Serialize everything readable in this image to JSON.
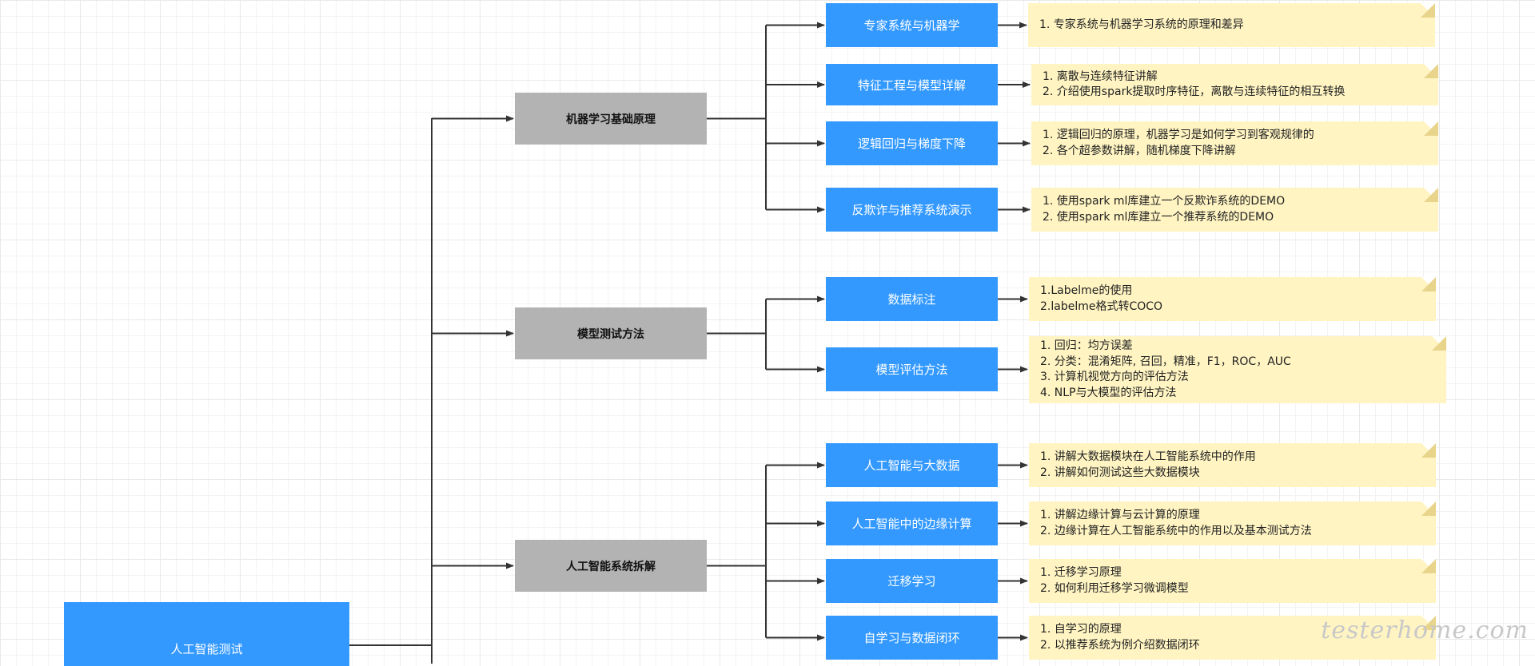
{
  "root": {
    "label": "人工智能测试"
  },
  "branches": [
    {
      "label": "机器学习基础原理",
      "topics": [
        {
          "label": "专家系统与机器学",
          "notes": [
            "1. 专家系统与机器学习系统的原理和差异"
          ]
        },
        {
          "label": "特征工程与模型详解",
          "notes": [
            "1. 离散与连续特征讲解",
            "2. 介绍使用spark提取时序特征，离散与连续特征的相互转换"
          ]
        },
        {
          "label": "逻辑回归与梯度下降",
          "notes": [
            "1. 逻辑回归的原理，机器学习是如何学习到客观规律的",
            "2. 各个超参数讲解，随机梯度下降讲解"
          ]
        },
        {
          "label": "反欺诈与推荐系统演示",
          "notes": [
            "1. 使用spark ml库建立一个反欺诈系统的DEMO",
            "2. 使用spark ml库建立一个推荐系统的DEMO"
          ]
        }
      ]
    },
    {
      "label": "模型测试方法",
      "topics": [
        {
          "label": "数据标注",
          "notes": [
            "1.Labelme的使用",
            "2.labelme格式转COCO"
          ]
        },
        {
          "label": "模型评估方法",
          "notes": [
            "1. 回归：均方误差",
            "2. 分类：混淆矩阵, 召回，精准，F1，ROC，AUC",
            "3. 计算机视觉方向的评估方法",
            "4. NLP与大模型的评估方法"
          ]
        }
      ]
    },
    {
      "label": "人工智能系统拆解",
      "topics": [
        {
          "label": "人工智能与大数据",
          "notes": [
            "1. 讲解大数据模块在人工智能系统中的作用",
            "2. 讲解如何测试这些大数据模块"
          ]
        },
        {
          "label": "人工智能中的边缘计算",
          "notes": [
            "1. 讲解边缘计算与云计算的原理",
            "2. 边缘计算在人工智能系统中的作用以及基本测试方法"
          ]
        },
        {
          "label": "迁移学习",
          "notes": [
            "1. 迁移学习原理",
            "2. 如何利用迁移学习微调模型"
          ]
        },
        {
          "label": "自学习与数据闭环",
          "notes": [
            "1. 自学习的原理",
            "2. 以推荐系统为例介绍数据闭环"
          ]
        }
      ]
    }
  ],
  "watermark": "testerhome.com",
  "colors": {
    "root_fill": "#3399ff",
    "branch_fill": "#b3b3b3",
    "topic_fill": "#3399ff",
    "note_fill": "#fff4c2",
    "connector": "#333333"
  }
}
